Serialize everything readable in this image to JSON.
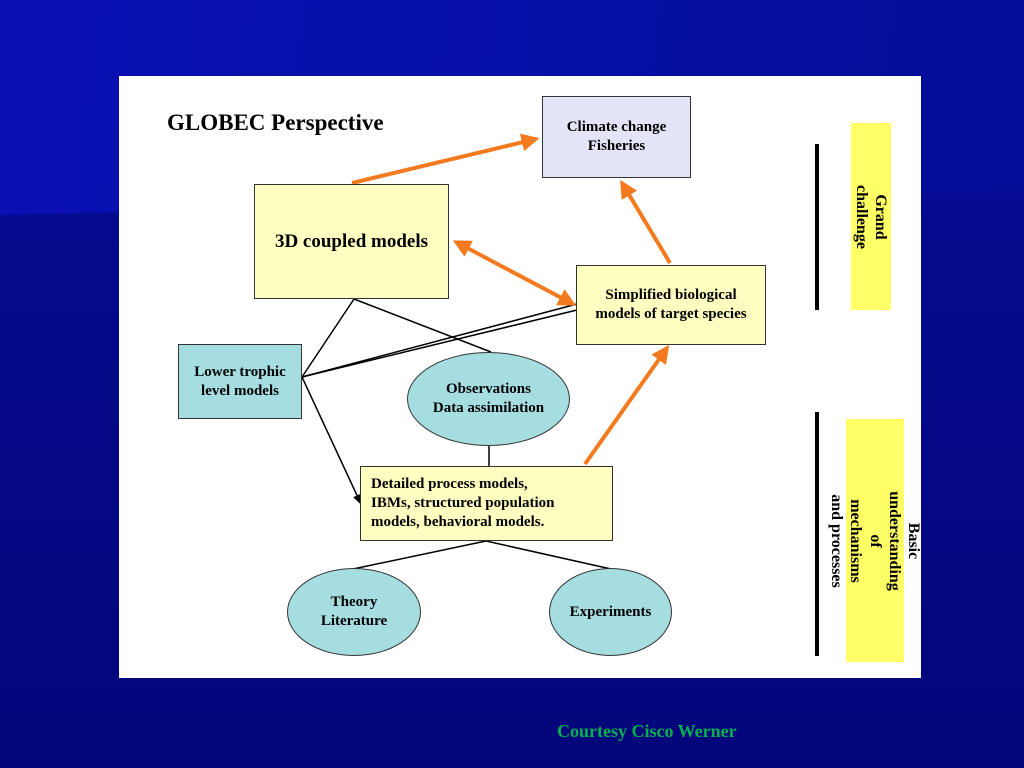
{
  "diagram": {
    "title": "GLOBEC Perspective",
    "nodes": {
      "climate": "Climate change\nFisheries",
      "coupled": "3D coupled models",
      "simplified": "Simplified biological\nmodels of target species",
      "lower_trophic": "Lower trophic\nlevel models",
      "observations": "Observations\nData assimilation",
      "detailed": "Detailed process models,\nIBMs, structured population\nmodels, behavioral models.",
      "theory": "Theory\nLiterature",
      "experiments": "Experiments"
    },
    "side_labels": {
      "grand_challenge": "Grand challenge",
      "basic": "Basic understanding of\nmechanisms and processes"
    }
  },
  "footer": {
    "credit": "Courtesy Cisco Werner"
  },
  "colors": {
    "arrow": "#f47a20",
    "box_yellow": "#ffffc2",
    "box_blue": "#e4e4f8",
    "box_teal": "#a6dde1",
    "label_yellow": "#ffff66",
    "credit_green": "#00b050"
  }
}
